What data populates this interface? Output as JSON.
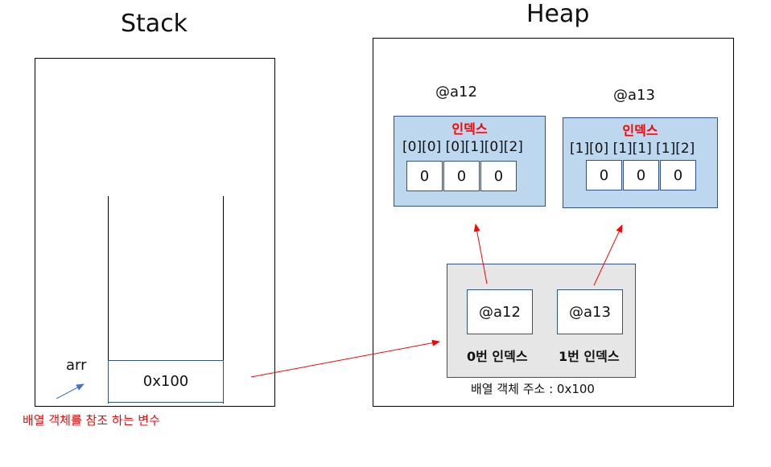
{
  "stack": {
    "title": "Stack",
    "var_name": "arr",
    "var_value": "0x100",
    "note": "배열 객체를 참조 하는 변수"
  },
  "heap": {
    "title": "Heap",
    "row0": {
      "address": "@a12",
      "index_title": "인덱스",
      "index_labels": "[0][0] [0][1][0][2]",
      "values": [
        "0",
        "0",
        "0"
      ]
    },
    "row1": {
      "address": "@a13",
      "index_title": "인덱스",
      "index_labels": "[1][0]  [1][1]  [1][2]",
      "values": [
        "0",
        "0",
        "0"
      ]
    },
    "outer": {
      "ref0": "@a12",
      "ref1": "@a13",
      "label0": "0번 인덱스",
      "label1": "1번 인덱스",
      "caption": "배열 객체 주소 : 0x100"
    }
  },
  "colors": {
    "panel_fill": "#BDD7EE",
    "outer_fill": "#E7E6E6",
    "border_blue": "#2F528F",
    "arrow_red": "#FF0000",
    "note_red": "#FF0000",
    "arrow_blue": "#4472C4"
  }
}
